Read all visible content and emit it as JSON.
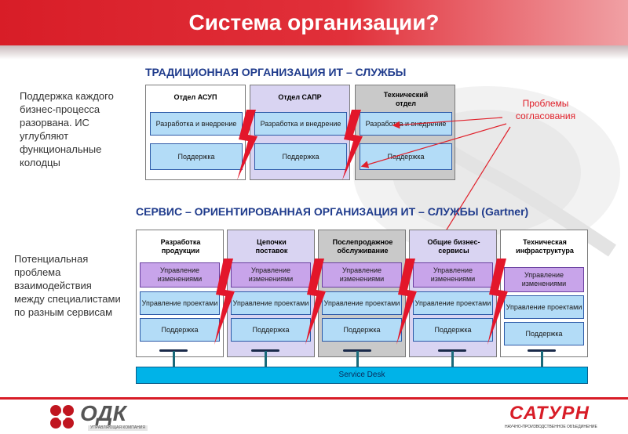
{
  "header": {
    "title": "Система организации?"
  },
  "traditional": {
    "title": "ТРАДИЦИОННАЯ ОРГАНИЗАЦИЯ ИТ – СЛУЖБЫ",
    "note": "Поддержка каждого бизнес-процесса разорвана. ИС углубляют функциональные колодцы",
    "departments": [
      {
        "name": "Отдел АСУП",
        "box1": "Разработка и внедрение",
        "box2": "Поддержка"
      },
      {
        "name": "Отдел САПР",
        "box1": "Разработка и внедрение",
        "box2": "Поддержка"
      },
      {
        "name": "Технический отдел",
        "box1": "Разработка и внедрение",
        "box2": "Поддержка"
      }
    ],
    "problems_label": "Проблемы согласования"
  },
  "service": {
    "title": "СЕРВИС – ОРИЕНТИРОВАННАЯ ОРГАНИЗАЦИЯ ИТ – СЛУЖБЫ (Gartner)",
    "note": "Потенциальная проблема взаимодействия между специалистами по разным сервисам",
    "columns": [
      {
        "name": "Разработка продукции",
        "change": "Управление изменениями",
        "projects": "Управление проектами",
        "support": "Поддержка"
      },
      {
        "name": "Цепочки поставок",
        "change": "Управление изменениями",
        "projects": "Управление проектами",
        "support": "Поддержка"
      },
      {
        "name": "Послепродажное обслуживание",
        "change": "Управление изменениями",
        "projects": "Управление проектами",
        "support": "Поддержка"
      },
      {
        "name": "Общие бизнес-сервисы",
        "change": "Управление изменениями",
        "projects": "Управление проектами",
        "support": "Поддержка"
      },
      {
        "name": "Техническая инфраструктура",
        "change": "Управление изменениями",
        "projects": "Управление проектами",
        "support": "Поддержка"
      }
    ],
    "service_desk": "Service Desk"
  },
  "footer": {
    "logo_left": {
      "name": "ОДК",
      "subtitle": "УПРАВЛЯЮЩАЯ КОМПАНИЯ"
    },
    "logo_right": {
      "name": "САТУРН",
      "subtitle": "НАУЧНО-ПРОИЗВОДСТВЕННОЕ ОБЪЕДИНЕНИЕ"
    }
  },
  "colors": {
    "accent_red": "#d81d27",
    "title_blue": "#1f3b8c",
    "box_blue": "#b3dcf7",
    "box_violet": "#c8a4ea",
    "service_desk": "#00b3e8"
  }
}
